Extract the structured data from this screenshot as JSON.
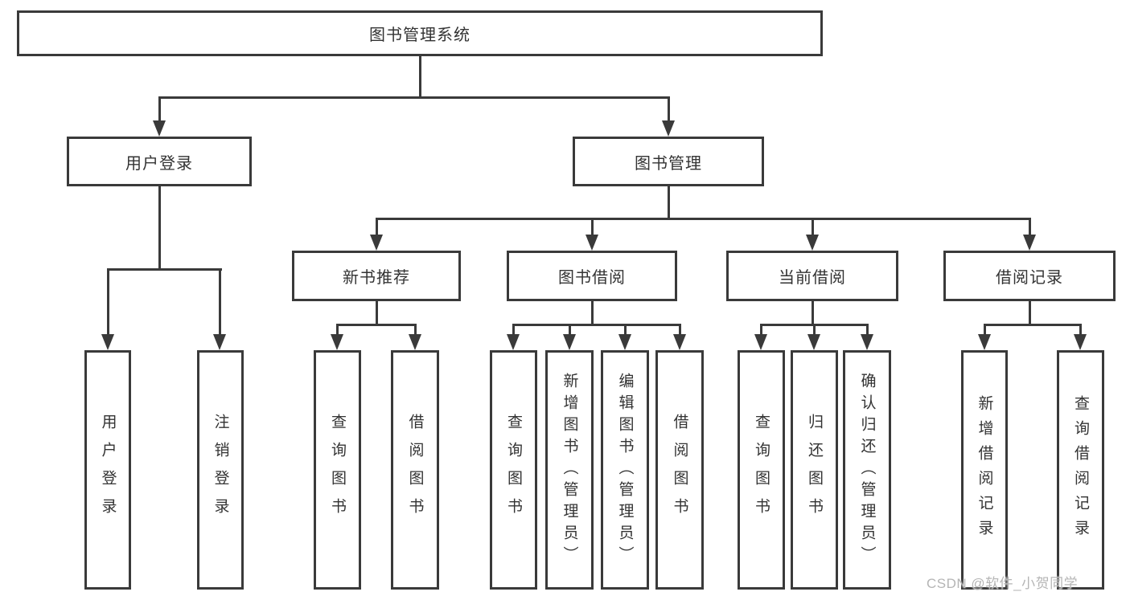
{
  "nodes": {
    "root": "图书管理系统",
    "level2": {
      "user_login": "用户登录",
      "book_management": "图书管理"
    },
    "level3": {
      "new_book_recommend": "新书推荐",
      "book_borrow": "图书借阅",
      "current_borrow": "当前借阅",
      "borrow_records": "借阅记录"
    },
    "leaves": {
      "user_login": {
        "login": "用户登录",
        "logout": "注销登录"
      },
      "new_book_recommend": {
        "query": "查询图书",
        "borrow": "借阅图书"
      },
      "book_borrow": {
        "query": "查询图书",
        "add": "新增图书（管理员）",
        "edit": "编辑图书（管理员）",
        "borrow": "借阅图书"
      },
      "current_borrow": {
        "query": "查询图书",
        "return": "归还图书",
        "confirm": "确认归还（管理员）"
      },
      "borrow_records": {
        "add": "新增借阅记录",
        "query": "查询借阅记录"
      }
    }
  },
  "watermark": {
    "text": "CSDN @软件_小贺同学"
  },
  "colors": {
    "line": "#3a3a3a",
    "text": "#333333",
    "watermark": "#b5b5b5",
    "background": "#ffffff"
  }
}
